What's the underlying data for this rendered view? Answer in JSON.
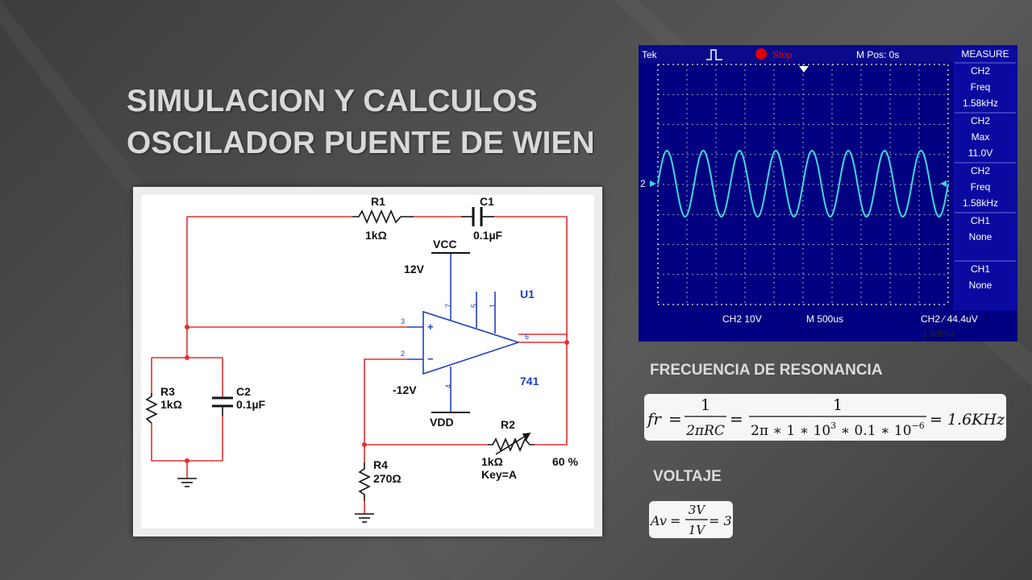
{
  "title": {
    "line1": "SIMULACION Y CALCULOS",
    "line2": "OSCILADOR PUENTE DE WIEN"
  },
  "circuit": {
    "r1_name": "R1",
    "r1_value": "1kΩ",
    "c1_name": "C1",
    "c1_value": "0.1µF",
    "vcc_name": "VCC",
    "vcc_value": "12V",
    "vdd_name": "VDD",
    "vdd_value": "-12V",
    "r3_name": "R3",
    "r3_value": "1kΩ",
    "c2_name": "C2",
    "c2_value": "0.1µF",
    "r4_name": "R4",
    "r4_value": "270Ω",
    "r2_name": "R2",
    "r2_value": "1kΩ",
    "r2_key": "Key=A",
    "r2_percent": "60 %",
    "opamp_name": "U1",
    "opamp_model": "741",
    "pins": {
      "p7": "7",
      "p5": "5",
      "p1": "1",
      "p3": "3",
      "p2": "2",
      "p6": "6",
      "p4": "4"
    },
    "plus_sign": "+",
    "minus_sign": "−",
    "wire_color": "#e03030",
    "part_color": "#2040c0"
  },
  "scope": {
    "brand": "Tek",
    "status": "Stop",
    "mpos": "M Pos: 0s",
    "ch_marker": "2",
    "measure_header": "MEASURE",
    "measures": [
      {
        "ch": "CH2",
        "type": "Freq",
        "value": "1.58kHz"
      },
      {
        "ch": "CH2",
        "type": "Max",
        "value": "11.0V"
      },
      {
        "ch": "CH2",
        "type": "Freq",
        "value": "1.58kHz"
      },
      {
        "ch": "CH1",
        "type": "None",
        "value": ""
      },
      {
        "ch": "CH1",
        "type": "None",
        "value": ""
      }
    ],
    "footer_scale": "CH2 10V",
    "footer_time": "M 500us",
    "footer_trigger": "CH2 ∕ 44.4uV",
    "footer_freq": "1.58kHz",
    "screen_color": "#000080",
    "trace_color": "#40d8e0",
    "periods_shown": 8
  },
  "section_resonance": "FRECUENCIA DE RESONANCIA",
  "formula_resonance": {
    "lhs": "fr",
    "eq": "=",
    "frac1_num": "1",
    "frac1_den": "2πRC",
    "frac2_num": "1",
    "frac2_den_base": "2π ∗ 1 ∗ 10",
    "frac2_den_exp1": "3",
    "frac2_den_mid": " ∗ 0.1 ∗ 10",
    "frac2_den_exp2": "−6",
    "result": "= 1.6KHz"
  },
  "section_voltage": "VOLTAJE",
  "formula_voltage": {
    "lhs": "Av",
    "eq": "=",
    "num": "3V",
    "den": "1V",
    "result": "= 3"
  }
}
